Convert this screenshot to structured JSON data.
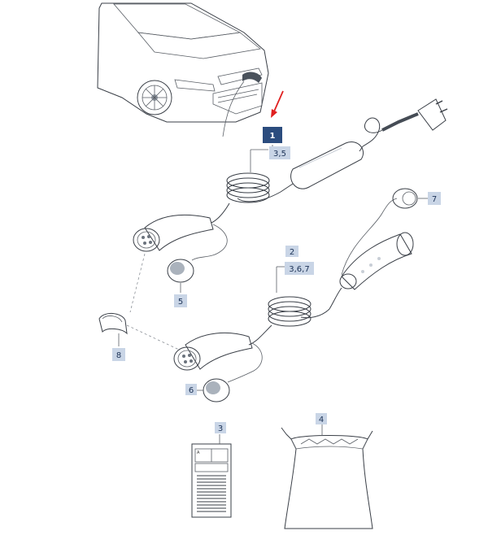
{
  "callouts": {
    "p1": "1",
    "p1_refs": "3,5",
    "p2": "2",
    "p2_refs": "3,6,7",
    "p3": "3",
    "p4": "4",
    "p5": "5",
    "p6": "6",
    "p7": "7",
    "p8": "8"
  },
  "colors": {
    "callout_fill": "#c9d5e6",
    "callout_active": "#2b4c7e",
    "arrow": "#e02020"
  },
  "icons": [
    "red-arrow-icon"
  ]
}
